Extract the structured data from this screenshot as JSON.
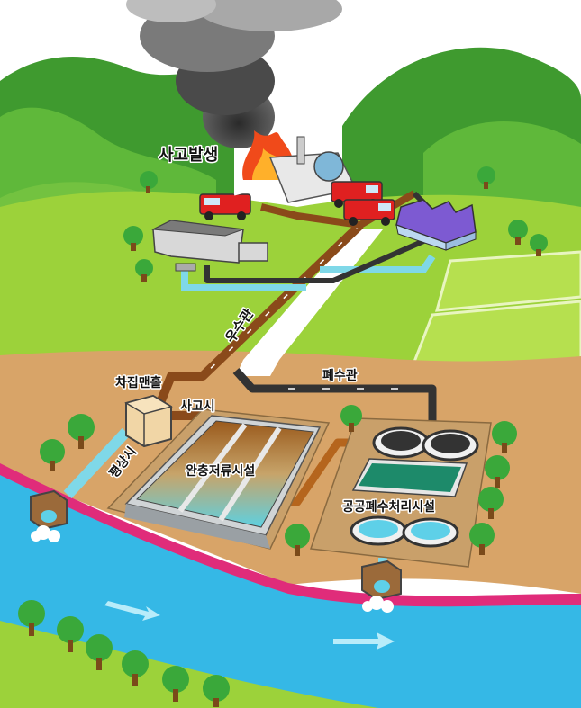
{
  "labels": {
    "accident": "사고발생",
    "stormwater_pipe": "우수관",
    "blocking_manhole": "차집맨홀",
    "during_accident": "사고시",
    "normal_times": "평상시",
    "buffer_storage": "완충저류시설",
    "wastewater_pipe": "폐수관",
    "public_treatment": "공공폐수처리시설"
  },
  "icons": [
    "smoke-plume",
    "fire",
    "fire-truck",
    "factory",
    "tree",
    "manhole",
    "outfall",
    "flow-arrow"
  ],
  "colors": {
    "sky": "#ffffff",
    "grass": "#9cd23a",
    "mountain": "#3f9a2f",
    "soil": "#d8a468",
    "river": "#35b8e6",
    "road": "#ffffff",
    "storm_pipe": "#8a4a1a",
    "clean_pipe": "#7fd8e8",
    "waste_pipe": "#333333"
  }
}
